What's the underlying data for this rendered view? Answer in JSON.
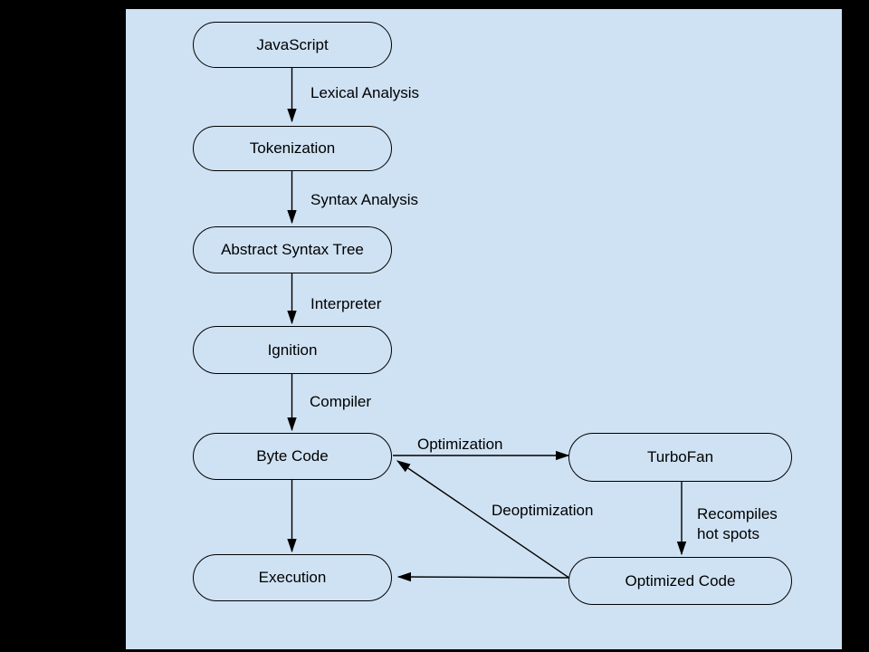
{
  "diagram": {
    "colors": {
      "letterbox": "#000000",
      "canvas_background": "#cfe2f3",
      "node_fill": "#cfe2f3",
      "node_border": "#000000",
      "arrow": "#000000",
      "text": "#000000"
    },
    "nodes": {
      "javascript": {
        "label": "JavaScript"
      },
      "tokenization": {
        "label": "Tokenization"
      },
      "abstract_syntax_tree": {
        "label": "Abstract Syntax Tree"
      },
      "ignition": {
        "label": "Ignition"
      },
      "byte_code": {
        "label": "Byte Code"
      },
      "execution": {
        "label": "Execution"
      },
      "turbofan": {
        "label": "TurboFan"
      },
      "optimized_code": {
        "label": "Optimized Code"
      }
    },
    "edges": {
      "lexical_analysis": {
        "from": "javascript",
        "to": "tokenization",
        "label": "Lexical Analysis"
      },
      "syntax_analysis": {
        "from": "tokenization",
        "to": "abstract_syntax_tree",
        "label": "Syntax Analysis"
      },
      "interpreter": {
        "from": "abstract_syntax_tree",
        "to": "ignition",
        "label": "Interpreter"
      },
      "compiler": {
        "from": "ignition",
        "to": "byte_code",
        "label": "Compiler"
      },
      "bytecode_to_execution": {
        "from": "byte_code",
        "to": "execution"
      },
      "optimization": {
        "from": "byte_code",
        "to": "turbofan",
        "label": "Optimization"
      },
      "recompiles_hot_spots": {
        "from": "turbofan",
        "to": "optimized_code",
        "label_lines": [
          "Recompiles",
          "hot spots"
        ]
      },
      "deoptimization": {
        "from": "optimized_code",
        "to": "byte_code",
        "label": "Deoptimization"
      },
      "optimized_to_execution": {
        "from": "optimized_code",
        "to": "execution"
      }
    }
  }
}
